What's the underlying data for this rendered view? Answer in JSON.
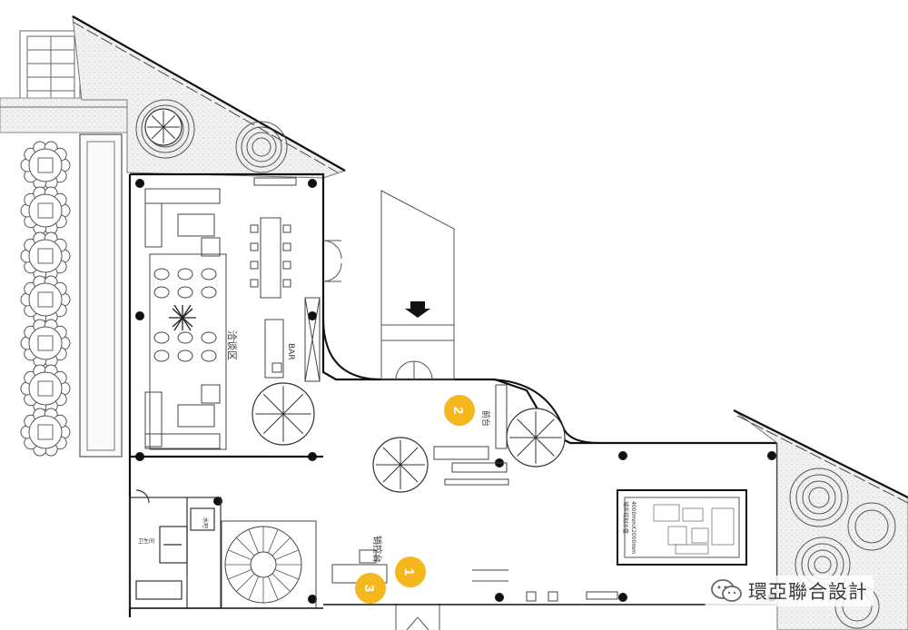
{
  "labels": {
    "lounge_area": "洽谈区",
    "bar": "BAR",
    "reception": "前台",
    "sales_counter": "销控台",
    "restroom": "卫生间",
    "pantry": "水吧",
    "model_text": "4000mmX2000mm\n城市规划沙盘"
  },
  "markers": [
    {
      "id": "1",
      "label": "1"
    },
    {
      "id": "2",
      "label": "2"
    },
    {
      "id": "3",
      "label": "3"
    }
  ],
  "watermark": {
    "text": "環亞聯合設計"
  },
  "colors": {
    "wall": "#111111",
    "line": "#555555",
    "marker": "#f4b81e",
    "tree_fill": "#ffffff",
    "hatch": "#e8e8e8"
  }
}
